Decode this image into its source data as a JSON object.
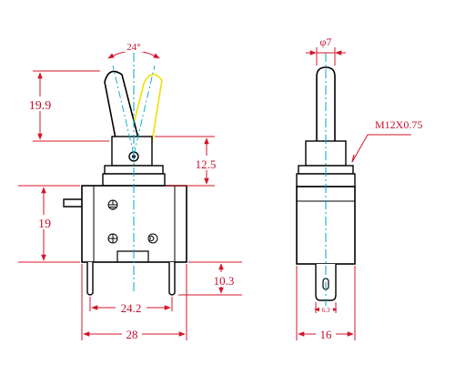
{
  "colors": {
    "part_outline": "#000000",
    "dimension": "#d4142a",
    "centerline": "#00a6c8",
    "alt_toggle": "#f0e000"
  },
  "front_view": {
    "angle": "24°",
    "lever_height": "19.9",
    "bushing_height": "12.5",
    "body_height": "19",
    "pin_height": "10.3",
    "pin_spacing": "24.2",
    "body_width": "28"
  },
  "side_view": {
    "lever_diameter": "φ7",
    "thread": "M12X0.75",
    "terminal_width": "6.3",
    "body_width": "16"
  }
}
